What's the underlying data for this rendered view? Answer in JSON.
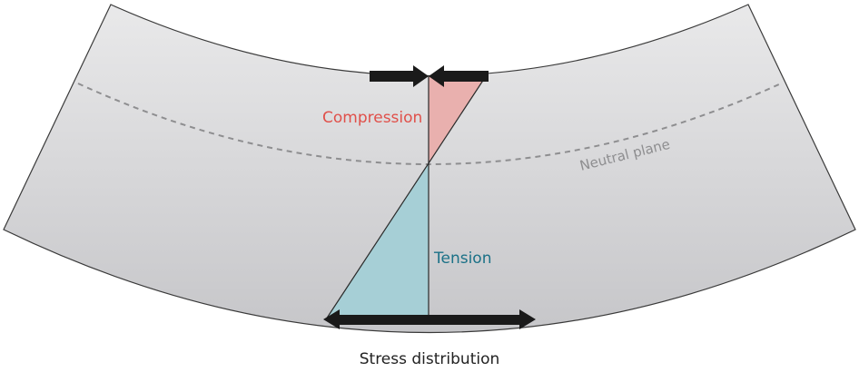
{
  "labels": {
    "compression": "Compression",
    "tension": "Tension",
    "neutral_plane": "Neutral plane",
    "caption": "Stress distribution"
  },
  "colors": {
    "beam_top": "#e9e9ea",
    "beam_bottom": "#c6c6c9",
    "beam_outline": "#3a3a3a",
    "compression_fill": "#e9b0ae",
    "compression_text": "#e0504a",
    "tension_fill": "#a6cfd6",
    "tension_text": "#1b7187",
    "neutral_line": "#8e8e90",
    "neutral_text": "#8e8e90",
    "arrow": "#1a1a1a",
    "caption_text": "#222222"
  }
}
